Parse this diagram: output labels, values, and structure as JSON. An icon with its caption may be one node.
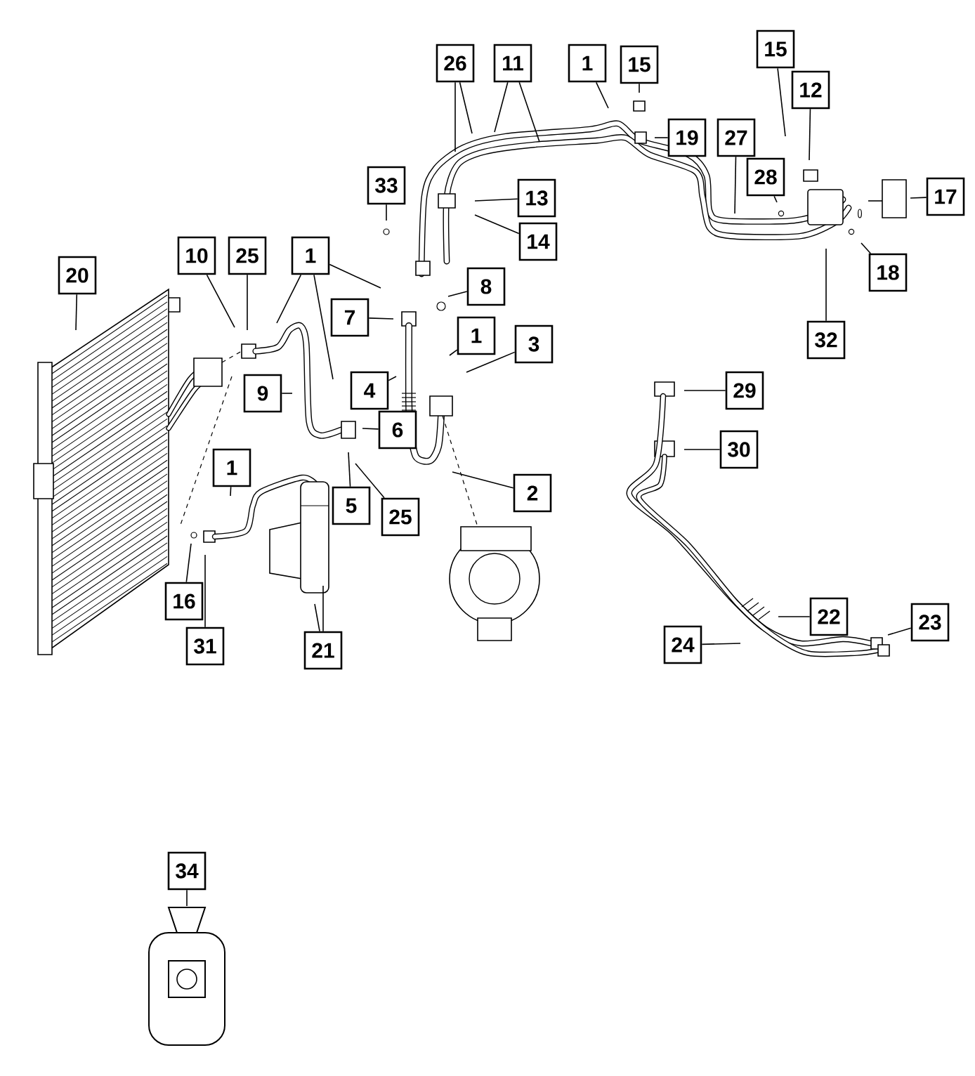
{
  "diagram": {
    "nodes": [
      {
        "text": [
          "26"
        ]
      },
      {
        "text": [
          "11"
        ]
      },
      {
        "text": [
          "1"
        ]
      },
      {
        "text": [
          "15"
        ]
      },
      {
        "text": [
          "15"
        ]
      },
      {
        "text": [
          "12"
        ]
      },
      {
        "text": [
          "19"
        ]
      },
      {
        "text": [
          "27"
        ]
      },
      {
        "text": [
          "28"
        ]
      },
      {
        "text": [
          "33"
        ]
      },
      {
        "text": [
          "13"
        ]
      },
      {
        "text": [
          "17"
        ]
      },
      {
        "text": [
          "14"
        ]
      },
      {
        "text": [
          "10"
        ]
      },
      {
        "text": [
          "25"
        ]
      },
      {
        "text": [
          "1"
        ]
      },
      {
        "text": [
          "20"
        ]
      },
      {
        "text": [
          "8"
        ]
      },
      {
        "text": [
          "18"
        ]
      },
      {
        "text": [
          "7"
        ]
      },
      {
        "text": [
          "1"
        ]
      },
      {
        "text": [
          "32"
        ]
      },
      {
        "text": [
          "3"
        ]
      },
      {
        "text": [
          "9"
        ]
      },
      {
        "text": [
          "4"
        ]
      },
      {
        "text": [
          "29"
        ]
      },
      {
        "text": [
          "6"
        ]
      },
      {
        "text": [
          "30"
        ]
      },
      {
        "text": [
          "1"
        ]
      },
      {
        "text": [
          "2"
        ]
      },
      {
        "text": [
          "5"
        ]
      },
      {
        "text": [
          "25"
        ]
      },
      {
        "text": [
          "16"
        ]
      },
      {
        "text": [
          "22"
        ]
      },
      {
        "text": [
          "23"
        ]
      },
      {
        "text": [
          "24"
        ]
      },
      {
        "text": [
          "31"
        ]
      },
      {
        "text": [
          "21"
        ]
      },
      {
        "text": [
          "34"
        ]
      }
    ],
    "edges": [
      {
        "from": 0,
        "to": null,
        "arrow": "none"
      },
      {
        "from": 0,
        "to": null,
        "arrow": "none"
      },
      {
        "from": 1,
        "to": null,
        "arrow": "none"
      },
      {
        "from": 1,
        "to": null,
        "arrow": "none"
      },
      {
        "from": 2,
        "to": null,
        "arrow": "none"
      },
      {
        "from": 3,
        "to": null,
        "arrow": "none"
      },
      {
        "from": 4,
        "to": null,
        "arrow": "none"
      },
      {
        "from": 5,
        "to": null,
        "arrow": "none"
      },
      {
        "from": 6,
        "to": null,
        "arrow": "none"
      },
      {
        "from": 7,
        "to": null,
        "arrow": "none"
      },
      {
        "from": 8,
        "to": null,
        "arrow": "none"
      },
      {
        "from": 9,
        "to": null,
        "arrow": "none"
      },
      {
        "from": 10,
        "to": null,
        "arrow": "none"
      },
      {
        "from": 11,
        "to": null,
        "arrow": "none"
      },
      {
        "from": 12,
        "to": null,
        "arrow": "none"
      },
      {
        "from": 13,
        "to": null,
        "arrow": "none"
      },
      {
        "from": 14,
        "to": null,
        "arrow": "none"
      },
      {
        "from": 15,
        "to": null,
        "arrow": "none"
      },
      {
        "from": 15,
        "to": null,
        "arrow": "none"
      },
      {
        "from": 15,
        "to": null,
        "arrow": "none"
      },
      {
        "from": 16,
        "to": null,
        "arrow": "none"
      },
      {
        "from": 17,
        "to": null,
        "arrow": "none"
      },
      {
        "from": 18,
        "to": null,
        "arrow": "none"
      },
      {
        "from": 19,
        "to": null,
        "arrow": "none"
      },
      {
        "from": 20,
        "to": null,
        "arrow": "none"
      },
      {
        "from": 21,
        "to": null,
        "arrow": "none"
      },
      {
        "from": 22,
        "to": null,
        "arrow": "none"
      },
      {
        "from": 23,
        "to": null,
        "arrow": "none"
      },
      {
        "from": 24,
        "to": null,
        "arrow": "none"
      },
      {
        "from": 25,
        "to": null,
        "arrow": "none"
      },
      {
        "from": 26,
        "to": null,
        "arrow": "none"
      },
      {
        "from": 27,
        "to": null,
        "arrow": "none"
      },
      {
        "from": 28,
        "to": null,
        "arrow": "none"
      },
      {
        "from": 29,
        "to": null,
        "arrow": "none"
      },
      {
        "from": 30,
        "to": null,
        "arrow": "none"
      },
      {
        "from": 31,
        "to": null,
        "arrow": "none"
      },
      {
        "from": 32,
        "to": null,
        "arrow": "none"
      },
      {
        "from": 33,
        "to": null,
        "arrow": "none"
      },
      {
        "from": 34,
        "to": null,
        "arrow": "none"
      },
      {
        "from": 35,
        "to": null,
        "arrow": "none"
      },
      {
        "from": 36,
        "to": null,
        "arrow": "none"
      },
      {
        "from": 37,
        "to": null,
        "arrow": "none"
      },
      {
        "from": 37,
        "to": null,
        "arrow": "none"
      },
      {
        "from": 38,
        "to": null,
        "arrow": "none"
      }
    ]
  }
}
